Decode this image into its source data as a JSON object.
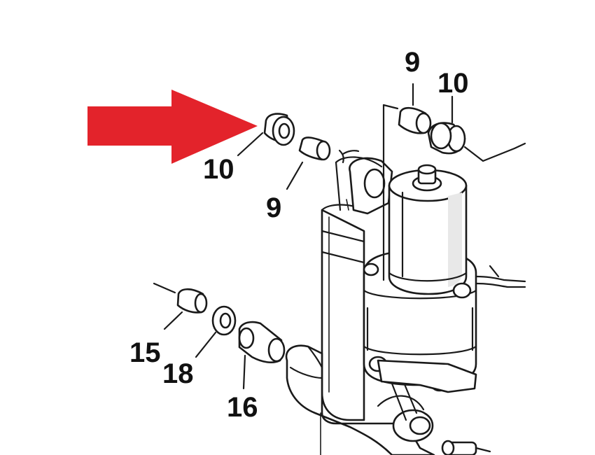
{
  "diagram": {
    "callouts": [
      {
        "id": "callout-10-left",
        "text": "10"
      },
      {
        "id": "callout-9-left",
        "text": "9"
      },
      {
        "id": "callout-9-top",
        "text": "9"
      },
      {
        "id": "callout-10-top",
        "text": "10"
      },
      {
        "id": "callout-15",
        "text": "15"
      },
      {
        "id": "callout-18",
        "text": "18"
      },
      {
        "id": "callout-16",
        "text": "16"
      }
    ],
    "arrow_color": "#e3232b"
  }
}
